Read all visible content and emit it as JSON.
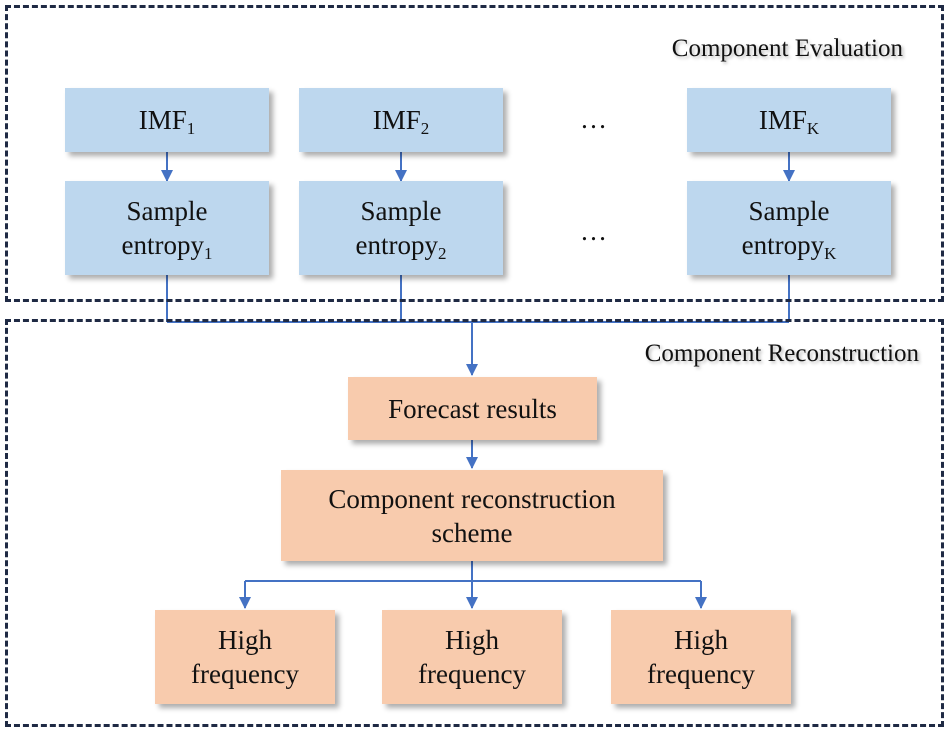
{
  "sections": {
    "evaluation": {
      "title": "Component Evaluation"
    },
    "reconstruction": {
      "title": "Component Reconstruction"
    }
  },
  "imf_boxes": [
    {
      "base": "IMF",
      "sub": "1"
    },
    {
      "base": "IMF",
      "sub": "2"
    },
    {
      "base": "IMF",
      "sub": "K"
    }
  ],
  "entropy_boxes": [
    {
      "line1": "Sample",
      "line2": "entropy",
      "sub": "1"
    },
    {
      "line1": "Sample",
      "line2": "entropy",
      "sub": "2"
    },
    {
      "line1": "Sample",
      "line2": "entropy",
      "sub": "K"
    }
  ],
  "ellipsis": "…",
  "forecast": {
    "label": "Forecast results"
  },
  "scheme": {
    "line1": "Component reconstruction",
    "line2": "scheme"
  },
  "outputs": [
    {
      "line1": "High",
      "line2": "frequency"
    },
    {
      "line1": "High",
      "line2": "frequency"
    },
    {
      "line1": "High",
      "line2": "frequency"
    }
  ],
  "colors": {
    "box_blue": "#bdd7ee",
    "box_orange": "#f8cbad",
    "connector": "#4472c4",
    "border": "#1f2a44"
  }
}
